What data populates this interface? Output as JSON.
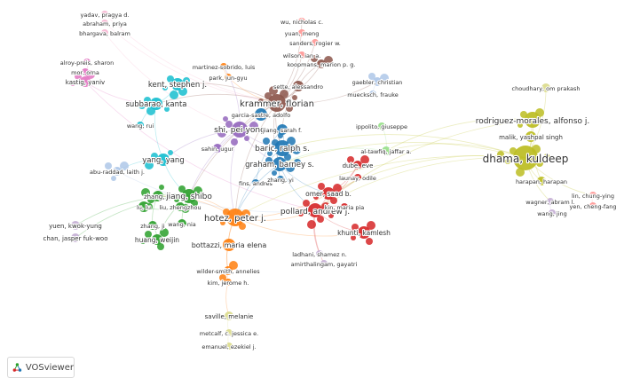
{
  "app": {
    "name": "VOSviewer"
  },
  "clusters": {
    "red": "#d62728",
    "green": "#2ca02c",
    "blue": "#1f77b4",
    "yellow": "#bcbd22",
    "purple": "#9467bd",
    "cyan": "#17becf",
    "orange": "#ff7f0e",
    "brown": "#8c564b",
    "pink": "#e377c2",
    "lightblue": "#aec7e8",
    "lightgreen": "#98df8a",
    "lightpink": "#f7b6d2",
    "lavender": "#c5b0d5",
    "khaki": "#dbdb8d",
    "lightred": "#ff9896"
  },
  "nodes": [
    {
      "id": "yadav",
      "label": "yadav, pragya d.",
      "cluster": "lightpink",
      "size": 4,
      "fontSize": 6.5
    },
    {
      "id": "abraham",
      "label": "abraham, priya",
      "cluster": "lightpink",
      "size": 4,
      "fontSize": 6.5
    },
    {
      "id": "bhargava",
      "label": "bhargava, balram",
      "cluster": "lightpink",
      "size": 4,
      "fontSize": 6.5
    },
    {
      "id": "wu",
      "label": "wu, nicholas c.",
      "cluster": "lightred",
      "size": 4,
      "fontSize": 6.5
    },
    {
      "id": "yuanmeng",
      "label": "yuan, meng",
      "cluster": "lightred",
      "size": 4,
      "fontSize": 6.5
    },
    {
      "id": "sanders",
      "label": "sanders, rogier w.",
      "cluster": "lightred",
      "size": 4,
      "fontSize": 6.5
    },
    {
      "id": "wilson",
      "label": "wilson, ian a.",
      "cluster": "lightred",
      "size": 4,
      "fontSize": 6.5
    },
    {
      "id": "koopmans",
      "label": "koopmans, marion p. g.",
      "cluster": "brown",
      "size": 5,
      "fontSize": 6.5
    },
    {
      "id": "alroy",
      "label": "alroy-preis, sharon",
      "cluster": "pink",
      "size": 4,
      "fontSize": 6.5
    },
    {
      "id": "mororna",
      "label": "mor, orna",
      "cluster": "pink",
      "size": 4,
      "fontSize": 6.5
    },
    {
      "id": "kastig",
      "label": "kastig, yaniv",
      "cluster": "pink",
      "size": 6,
      "fontSize": 7
    },
    {
      "id": "martinez",
      "label": "martinez-sobrido, luis",
      "cluster": "orange",
      "size": 4,
      "fontSize": 6.5
    },
    {
      "id": "park",
      "label": "park, jun-gyu",
      "cluster": "orange",
      "size": 4,
      "fontSize": 6.5
    },
    {
      "id": "gaebler",
      "label": "gaebler, christian",
      "cluster": "lightblue",
      "size": 5,
      "fontSize": 6.5
    },
    {
      "id": "mueksch",
      "label": "muecksch, frauke",
      "cluster": "lightblue",
      "size": 4,
      "fontSize": 6.5
    },
    {
      "id": "kent",
      "label": "kent, stephen j.",
      "cluster": "cyan",
      "size": 7,
      "fontSize": 8.5
    },
    {
      "id": "sette",
      "label": "sette, alessandro",
      "cluster": "brown",
      "size": 6,
      "fontSize": 6.5
    },
    {
      "id": "krammer",
      "label": "krammer, florian",
      "cluster": "brown",
      "size": 10,
      "fontSize": 10
    },
    {
      "id": "choudhary",
      "label": "choudhary, om prakash",
      "cluster": "khaki",
      "size": 5,
      "fontSize": 6.5
    },
    {
      "id": "subbarao",
      "label": "subbarao, kanta",
      "cluster": "cyan",
      "size": 7,
      "fontSize": 8.5
    },
    {
      "id": "garcia",
      "label": "garcia-sastre, adolfo",
      "cluster": "blue",
      "size": 7,
      "fontSize": 6.5
    },
    {
      "id": "rodriguez",
      "label": "rodriguez-morales, alfonso j.",
      "cluster": "yellow",
      "size": 9,
      "fontSize": 9
    },
    {
      "id": "wangrui",
      "label": "wang, rui",
      "cluster": "cyan",
      "size": 4,
      "fontSize": 6.5
    },
    {
      "id": "shi",
      "label": "shi, pei-yong",
      "cluster": "purple",
      "size": 9,
      "fontSize": 9
    },
    {
      "id": "jiang",
      "label": "jiang, sarah f.",
      "cluster": "blue",
      "size": 6,
      "fontSize": 6.5
    },
    {
      "id": "ippolito",
      "label": "ippolito, giuseppe",
      "cluster": "lightgreen",
      "size": 4,
      "fontSize": 6.5
    },
    {
      "id": "malik",
      "label": "malik, yashpal singh",
      "cluster": "yellow",
      "size": 6,
      "fontSize": 7
    },
    {
      "id": "sahin",
      "label": "sahin, ugur",
      "cluster": "purple",
      "size": 5,
      "fontSize": 6.5
    },
    {
      "id": "baric",
      "label": "baric, ralph s.",
      "cluster": "blue",
      "size": 9,
      "fontSize": 9
    },
    {
      "id": "dhama",
      "label": "dhama, kuldeep",
      "cluster": "yellow",
      "size": 14,
      "fontSize": 12
    },
    {
      "id": "yangyang",
      "label": "yang, yang",
      "cluster": "cyan",
      "size": 7,
      "fontSize": 8.5
    },
    {
      "id": "altawfiq",
      "label": "al-tawfiq, jaffar a.",
      "cluster": "lightgreen",
      "size": 5,
      "fontSize": 6.5
    },
    {
      "id": "graham",
      "label": "graham, barney s.",
      "cluster": "blue",
      "size": 8,
      "fontSize": 8.5
    },
    {
      "id": "dube",
      "label": "dube, eve",
      "cluster": "red",
      "size": 5,
      "fontSize": 7
    },
    {
      "id": "aburaddad",
      "label": "abu-raddad, laith j.",
      "cluster": "lightblue",
      "size": 5,
      "fontSize": 6.5
    },
    {
      "id": "launay",
      "label": "launay, odile",
      "cluster": "red",
      "size": 4,
      "fontSize": 6.5
    },
    {
      "id": "harapan",
      "label": "harapan, harapan",
      "cluster": "yellow",
      "size": 5,
      "fontSize": 6.5
    },
    {
      "id": "finsandres",
      "label": "fins, andres",
      "cluster": "blue",
      "size": 4,
      "fontSize": 6.5
    },
    {
      "id": "zhangyi",
      "label": "zhang, yi",
      "cluster": "blue",
      "size": 4,
      "fontSize": 6.5
    },
    {
      "id": "zhangqi",
      "label": "zhang, qi",
      "cluster": "green",
      "size": 6,
      "fontSize": 7
    },
    {
      "id": "jiangshibo",
      "label": "jiang, shibo",
      "cluster": "green",
      "size": 8,
      "fontSize": 9
    },
    {
      "id": "omer",
      "label": "omer, saad b.",
      "cluster": "red",
      "size": 7,
      "fontSize": 7.5
    },
    {
      "id": "wagner",
      "label": "wagner, abram l.",
      "cluster": "lavender",
      "size": 4,
      "fontSize": 6.5
    },
    {
      "id": "lin",
      "label": "lin, chung-ying",
      "cluster": "lightred",
      "size": 4,
      "fontSize": 6.5
    },
    {
      "id": "yen",
      "label": "yen, cheng-fang",
      "cluster": "lightred",
      "size": 4,
      "fontSize": 6.5
    },
    {
      "id": "luiu",
      "label": "lu, lu",
      "cluster": "green",
      "size": 6,
      "fontSize": 6.5
    },
    {
      "id": "liuzhou",
      "label": "liu, zhengzhou",
      "cluster": "green",
      "size": 5,
      "fontSize": 6.5
    },
    {
      "id": "wangjing",
      "label": "wang, jing",
      "cluster": "lavender",
      "size": 4,
      "fontSize": 6.5
    },
    {
      "id": "pollard",
      "label": "pollard, andrew j.",
      "cluster": "red",
      "size": 8,
      "fontSize": 9
    },
    {
      "id": "kinmaria",
      "label": "kin, maria pia",
      "cluster": "red",
      "size": 4,
      "fontSize": 6.5
    },
    {
      "id": "hotez",
      "label": "hotez, peter j.",
      "cluster": "orange",
      "size": 10,
      "fontSize": 10
    },
    {
      "id": "wangnia",
      "label": "wang, nia",
      "cluster": "green",
      "size": 5,
      "fontSize": 6.5
    },
    {
      "id": "zhangji",
      "label": "zhang, ji",
      "cluster": "green",
      "size": 5,
      "fontSize": 6.5
    },
    {
      "id": "yuen",
      "label": "yuen, kwok-yung",
      "cluster": "lavender",
      "size": 5,
      "fontSize": 7
    },
    {
      "id": "khunti",
      "label": "khunti, kamlesh",
      "cluster": "red",
      "size": 7,
      "fontSize": 7.5
    },
    {
      "id": "chan",
      "label": "chan, jasper fuk-woo",
      "cluster": "lavender",
      "size": 5,
      "fontSize": 7
    },
    {
      "id": "huang",
      "label": "huang, weijin",
      "cluster": "green",
      "size": 6,
      "fontSize": 7.5
    },
    {
      "id": "ladhani",
      "label": "ladhani, shamez n.",
      "cluster": "lavender",
      "size": 4,
      "fontSize": 6.5
    },
    {
      "id": "bottazzi",
      "label": "bottazzi, maria elena",
      "cluster": "orange",
      "size": 7,
      "fontSize": 8
    },
    {
      "id": "amirthalingam",
      "label": "amirthalingam, gayatri",
      "cluster": "lavender",
      "size": 4,
      "fontSize": 6.5
    },
    {
      "id": "wildersmith",
      "label": "wilder-smith, annelies",
      "cluster": "orange",
      "size": 5,
      "fontSize": 6.5
    },
    {
      "id": "kimjerome",
      "label": "kim, jerome h.",
      "cluster": "orange",
      "size": 4,
      "fontSize": 6.5
    },
    {
      "id": "saville",
      "label": "saville, melanie",
      "cluster": "khaki",
      "size": 5,
      "fontSize": 7
    },
    {
      "id": "metcalf",
      "label": "metcalf, c. jessica e.",
      "cluster": "khaki",
      "size": 4,
      "fontSize": 6.5
    },
    {
      "id": "emanuel",
      "label": "emanuel, ezekiel j.",
      "cluster": "khaki",
      "size": 4,
      "fontSize": 6.5
    }
  ],
  "links": [
    [
      "krammer",
      "garcia"
    ],
    [
      "krammer",
      "baric"
    ],
    [
      "krammer",
      "shi"
    ],
    [
      "krammer",
      "sette"
    ],
    [
      "krammer",
      "koopmans"
    ],
    [
      "krammer",
      "hotez"
    ],
    [
      "krammer",
      "graham"
    ],
    [
      "krammer",
      "subbarao"
    ],
    [
      "krammer",
      "kent"
    ],
    [
      "krammer",
      "wu"
    ],
    [
      "krammer",
      "wilson"
    ],
    [
      "krammer",
      "sanders"
    ],
    [
      "krammer",
      "gaebler"
    ],
    [
      "krammer",
      "jiangshibo"
    ],
    [
      "shi",
      "baric"
    ],
    [
      "shi",
      "graham"
    ],
    [
      "shi",
      "garcia"
    ],
    [
      "shi",
      "hotez"
    ],
    [
      "shi",
      "jiangshibo"
    ],
    [
      "shi",
      "martinez"
    ],
    [
      "shi",
      "yangyang"
    ],
    [
      "shi",
      "sahin"
    ],
    [
      "baric",
      "graham"
    ],
    [
      "baric",
      "hotez"
    ],
    [
      "baric",
      "jiang"
    ],
    [
      "graham",
      "hotez"
    ],
    [
      "graham",
      "omer"
    ],
    [
      "graham",
      "pollard"
    ],
    [
      "hotez",
      "bottazzi"
    ],
    [
      "hotez",
      "pollard"
    ],
    [
      "hotez",
      "jiangshibo"
    ],
    [
      "hotez",
      "omer"
    ],
    [
      "hotez",
      "wildersmith"
    ],
    [
      "hotez",
      "khunti"
    ],
    [
      "hotez",
      "zhangqi"
    ],
    [
      "pollard",
      "omer"
    ],
    [
      "pollard",
      "khunti"
    ],
    [
      "pollard",
      "dube"
    ],
    [
      "pollard",
      "ladhani"
    ],
    [
      "pollard",
      "amirthalingam"
    ],
    [
      "omer",
      "dube"
    ],
    [
      "omer",
      "launay"
    ],
    [
      "jiangshibo",
      "zhangqi"
    ],
    [
      "jiangshibo",
      "luiu"
    ],
    [
      "jiangshibo",
      "huang"
    ],
    [
      "jiangshibo",
      "wangnia"
    ],
    [
      "jiangshibo",
      "yuen"
    ],
    [
      "jiangshibo",
      "chan"
    ],
    [
      "bottazzi",
      "wildersmith"
    ],
    [
      "wildersmith",
      "kimjerome"
    ],
    [
      "kimjerome",
      "saville"
    ],
    [
      "saville",
      "metcalf"
    ],
    [
      "metcalf",
      "emanuel"
    ],
    [
      "dhama",
      "rodriguez"
    ],
    [
      "dhama",
      "malik"
    ],
    [
      "dhama",
      "harapan"
    ],
    [
      "dhama",
      "wagner"
    ],
    [
      "dhama",
      "choudhary"
    ],
    [
      "dhama",
      "altawfiq"
    ],
    [
      "dhama",
      "graham"
    ],
    [
      "dhama",
      "pollard"
    ],
    [
      "dhama",
      "hotez"
    ],
    [
      "dhama",
      "omer"
    ],
    [
      "dhama",
      "lin"
    ],
    [
      "dhama",
      "baric"
    ],
    [
      "rodriguez",
      "harapan"
    ],
    [
      "rodriguez",
      "altawfiq"
    ],
    [
      "rodriguez",
      "pollard"
    ],
    [
      "altawfiq",
      "ippolito"
    ],
    [
      "altawfiq",
      "graham"
    ],
    [
      "kastig",
      "alroy"
    ],
    [
      "kastig",
      "mororna"
    ],
    [
      "kastig",
      "subbarao"
    ],
    [
      "kastig",
      "pollard"
    ],
    [
      "subbarao",
      "kent"
    ],
    [
      "subbarao",
      "wangrui"
    ],
    [
      "subbarao",
      "yangyang"
    ],
    [
      "yangyang",
      "aburaddad"
    ],
    [
      "yangyang",
      "jiangshibo"
    ],
    [
      "aburaddad",
      "pollard"
    ],
    [
      "yadav",
      "krammer"
    ],
    [
      "abraham",
      "krammer"
    ],
    [
      "bhargava",
      "shi"
    ],
    [
      "lin",
      "yen"
    ],
    [
      "wagner",
      "wangjing"
    ],
    [
      "koopmans",
      "sette"
    ],
    [
      "gaebler",
      "mueksch"
    ],
    [
      "sette",
      "jiang"
    ],
    [
      "zhangqi",
      "zhangji"
    ],
    [
      "huang",
      "zhangji"
    ],
    [
      "luiu",
      "liuzhou"
    ],
    [
      "jiang",
      "finsandres"
    ],
    [
      "jiang",
      "zhangyi"
    ],
    [
      "kinmaria",
      "pollard"
    ],
    [
      "martinez",
      "park"
    ],
    [
      "park",
      "krammer"
    ]
  ]
}
